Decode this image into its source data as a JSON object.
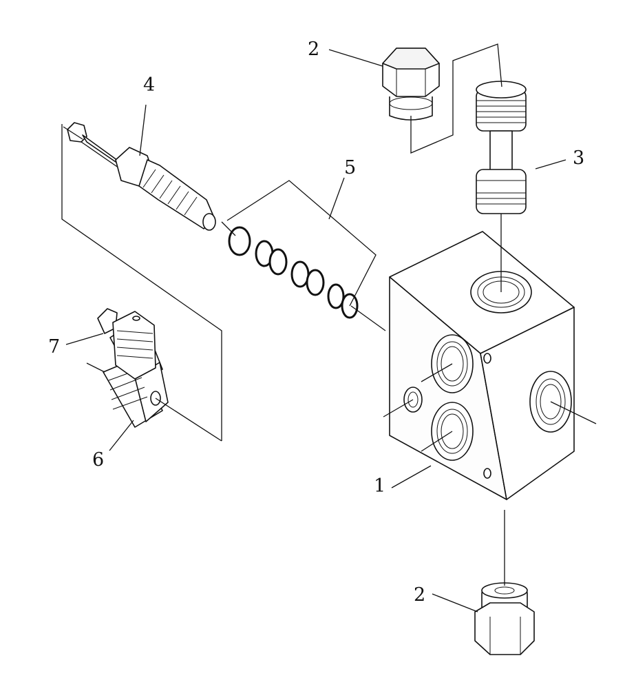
{
  "callouts": {
    "valve_block": "1",
    "plug_top": "2",
    "pilot_spool": "3",
    "cartridge_valve": "4",
    "seal_kit": "5",
    "solenoid_coil": "6",
    "connector": "7",
    "plug_bottom": "2"
  }
}
